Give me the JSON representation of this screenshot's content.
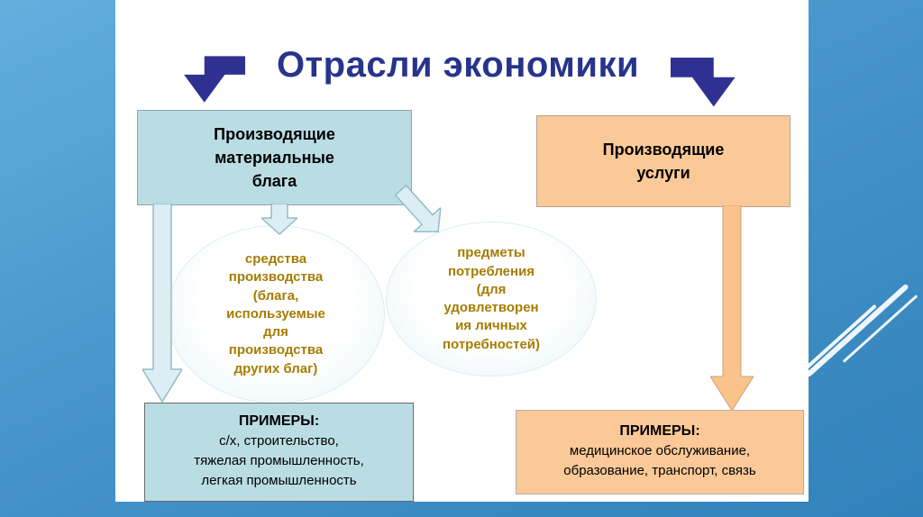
{
  "title": {
    "text": "Отрасли экономики"
  },
  "boxes": {
    "material_goods": "Производящие\nматериальные\nблага",
    "services": "Производящие\nуслуги"
  },
  "ellipses": {
    "means_of_production": "средства\nпроизводства\n(блага,\nиспользуемые\nдля\nпроизводства\nдругих благ)",
    "consumer_items": "предметы\nпотребления\n(для\nудовлетворен\nия личных\nпотребностей)"
  },
  "examples_left": {
    "heading": "ПРИМЕРЫ:",
    "items": "с/х, строительство,\nтяжелая промышленность,\nлегкая промышленность"
  },
  "examples_right": {
    "heading": "ПРИМЕРЫ:",
    "items": "медицинское обслуживание,\nобразование, транспорт, связь"
  },
  "colors": {
    "title_navy": "#27348b",
    "arrow_navy": "#2e3192",
    "box_blue": "#badde3",
    "box_orange": "#fbc997",
    "ellipse_text_gold": "#a57c00",
    "pale_arrow_fill": "#dceef3",
    "background_blue": "#4795cb"
  }
}
